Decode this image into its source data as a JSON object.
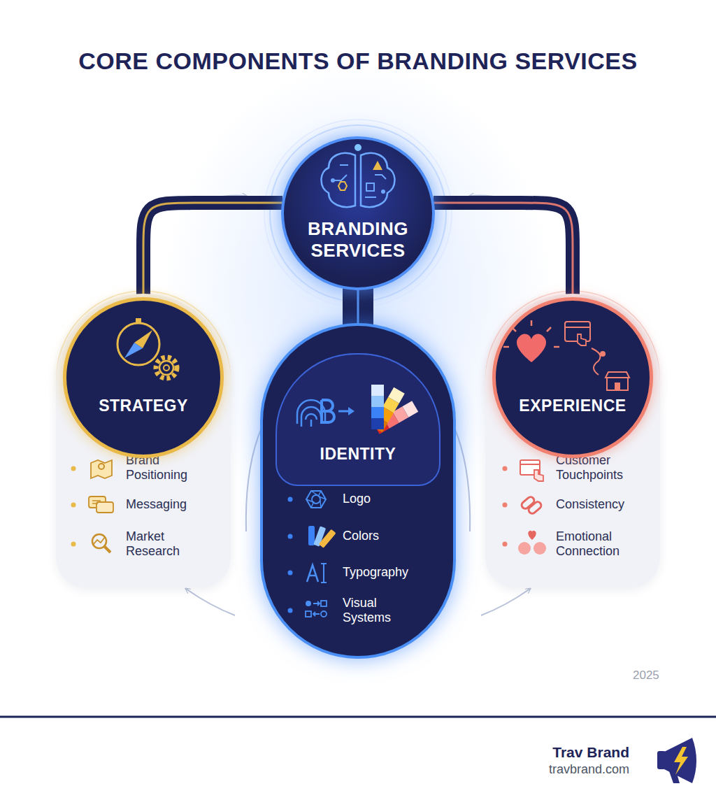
{
  "diagram": {
    "title": "CORE COMPONENTS OF BRANDING SERVICES",
    "nodes": [
      {
        "text": [
          "BRANDING SERVICES"
        ]
      },
      {
        "text": [
          "Brand Positioning",
          "Messaging",
          "Market Research"
        ]
      },
      {
        "text": [
          "STRATEGY"
        ],
        "in": 1
      },
      {
        "text": [
          "Logo",
          "Colors",
          "Typography",
          "Visual Systems"
        ]
      },
      {
        "text": [
          "IDENTITY"
        ],
        "in": 3
      },
      {
        "text": [
          "Customer Touchpoints",
          "Consistency",
          "Emotional Connection"
        ]
      },
      {
        "text": [
          "EXPERIENCE"
        ],
        "in": 5
      }
    ],
    "edges": [
      {
        "from": 0,
        "to": 2,
        "arrow": "none"
      },
      {
        "from": 0,
        "to": 3,
        "arrow": "none"
      },
      {
        "from": 0,
        "to": 6,
        "arrow": "none"
      }
    ],
    "labels": [
      "2025",
      "Trav Brand",
      "travbrand.com"
    ]
  }
}
